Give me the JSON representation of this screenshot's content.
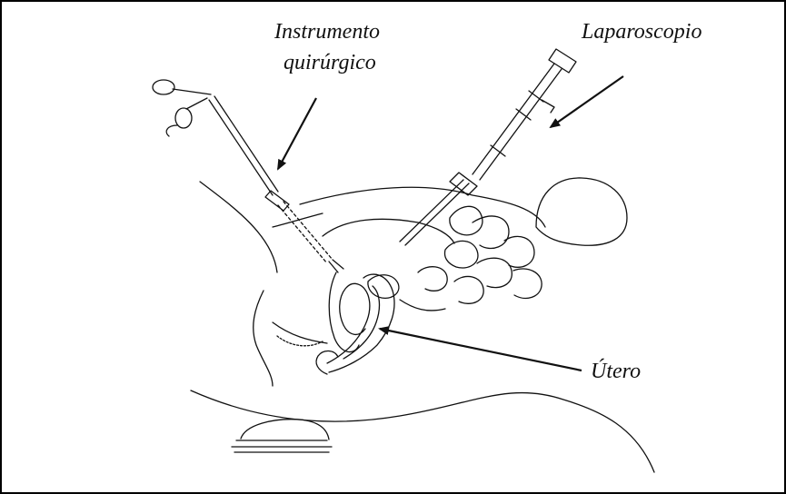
{
  "labels": {
    "instrument_line1": "Instrumento",
    "instrument_line2": "quirúrgico",
    "laparoscope": "Laparoscopio",
    "uterus": "Útero"
  },
  "colors": {
    "stroke": "#111111",
    "background": "#ffffff"
  }
}
